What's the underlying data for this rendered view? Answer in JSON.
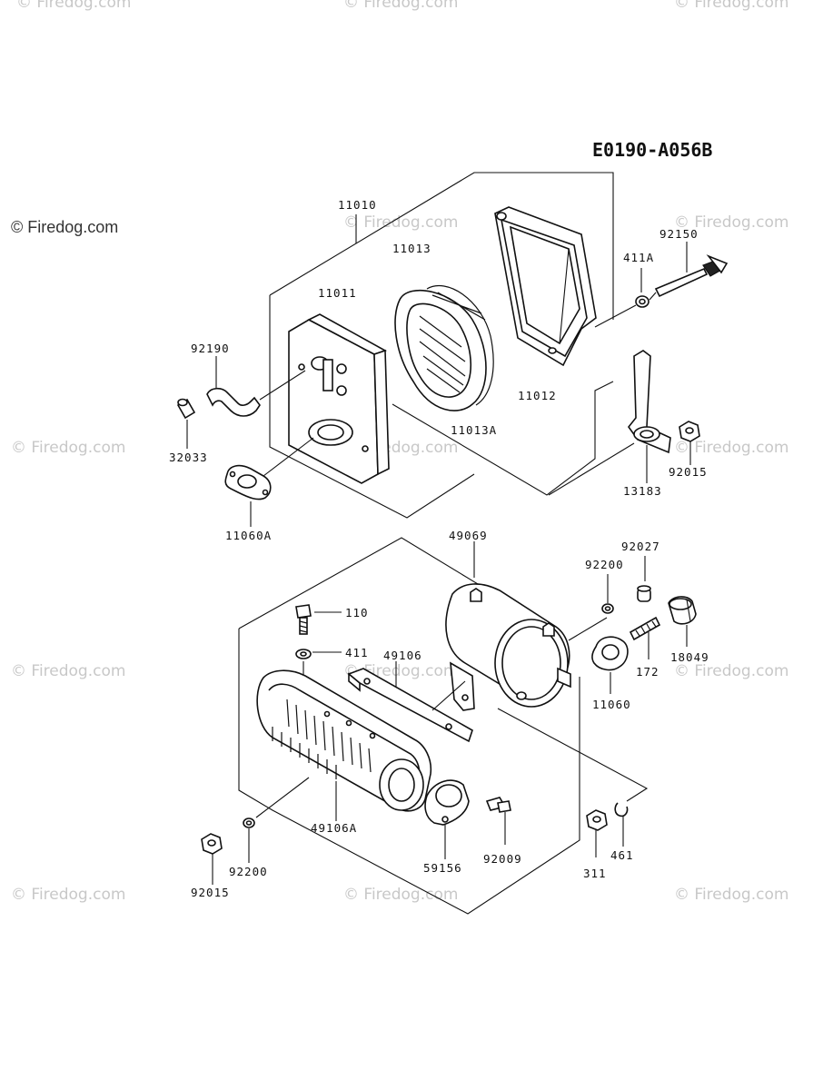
{
  "reference_code": "E0190-A056B",
  "copyright": "© Firedog.com",
  "watermark_text": "© Firedog.com",
  "part_labels": {
    "p11010": "11010",
    "p11013": "11013",
    "p11011": "11011",
    "p411A": "411A",
    "p92150": "92150",
    "p92190": "92190",
    "p11012": "11012",
    "p11013A": "11013A",
    "p32033": "32033",
    "p92015a": "92015",
    "p13183": "13183",
    "p11060A": "11060A",
    "p49069": "49069",
    "p92027": "92027",
    "p92200a": "92200",
    "p110": "110",
    "p411": "411",
    "p49106": "49106",
    "p18049": "18049",
    "p172": "172",
    "p11060": "11060",
    "p49106A": "49106A",
    "p92200b": "92200",
    "p59156": "59156",
    "p92009": "92009",
    "p311": "311",
    "p461": "461",
    "p92015b": "92015"
  }
}
